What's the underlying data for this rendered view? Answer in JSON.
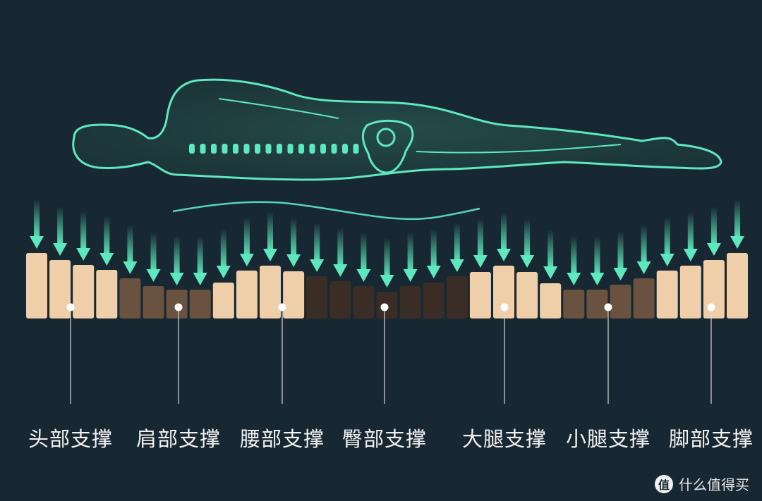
{
  "zones": [
    {
      "label": "头部支撑"
    },
    {
      "label": "肩部支撑"
    },
    {
      "label": "腰部支撑"
    },
    {
      "label": "臀部支撑"
    },
    {
      "label": "大腿支撑"
    },
    {
      "label": "小腿支撑"
    },
    {
      "label": "脚部支撑"
    }
  ],
  "watermark": {
    "logo_char": "值",
    "text": "什么值得买"
  },
  "colors": {
    "background": "#172832",
    "accent": "#5fe8c0",
    "bar_light": "#efcfaa",
    "bar_medium": "#6a5241",
    "bar_dark": "#3a2d25"
  }
}
